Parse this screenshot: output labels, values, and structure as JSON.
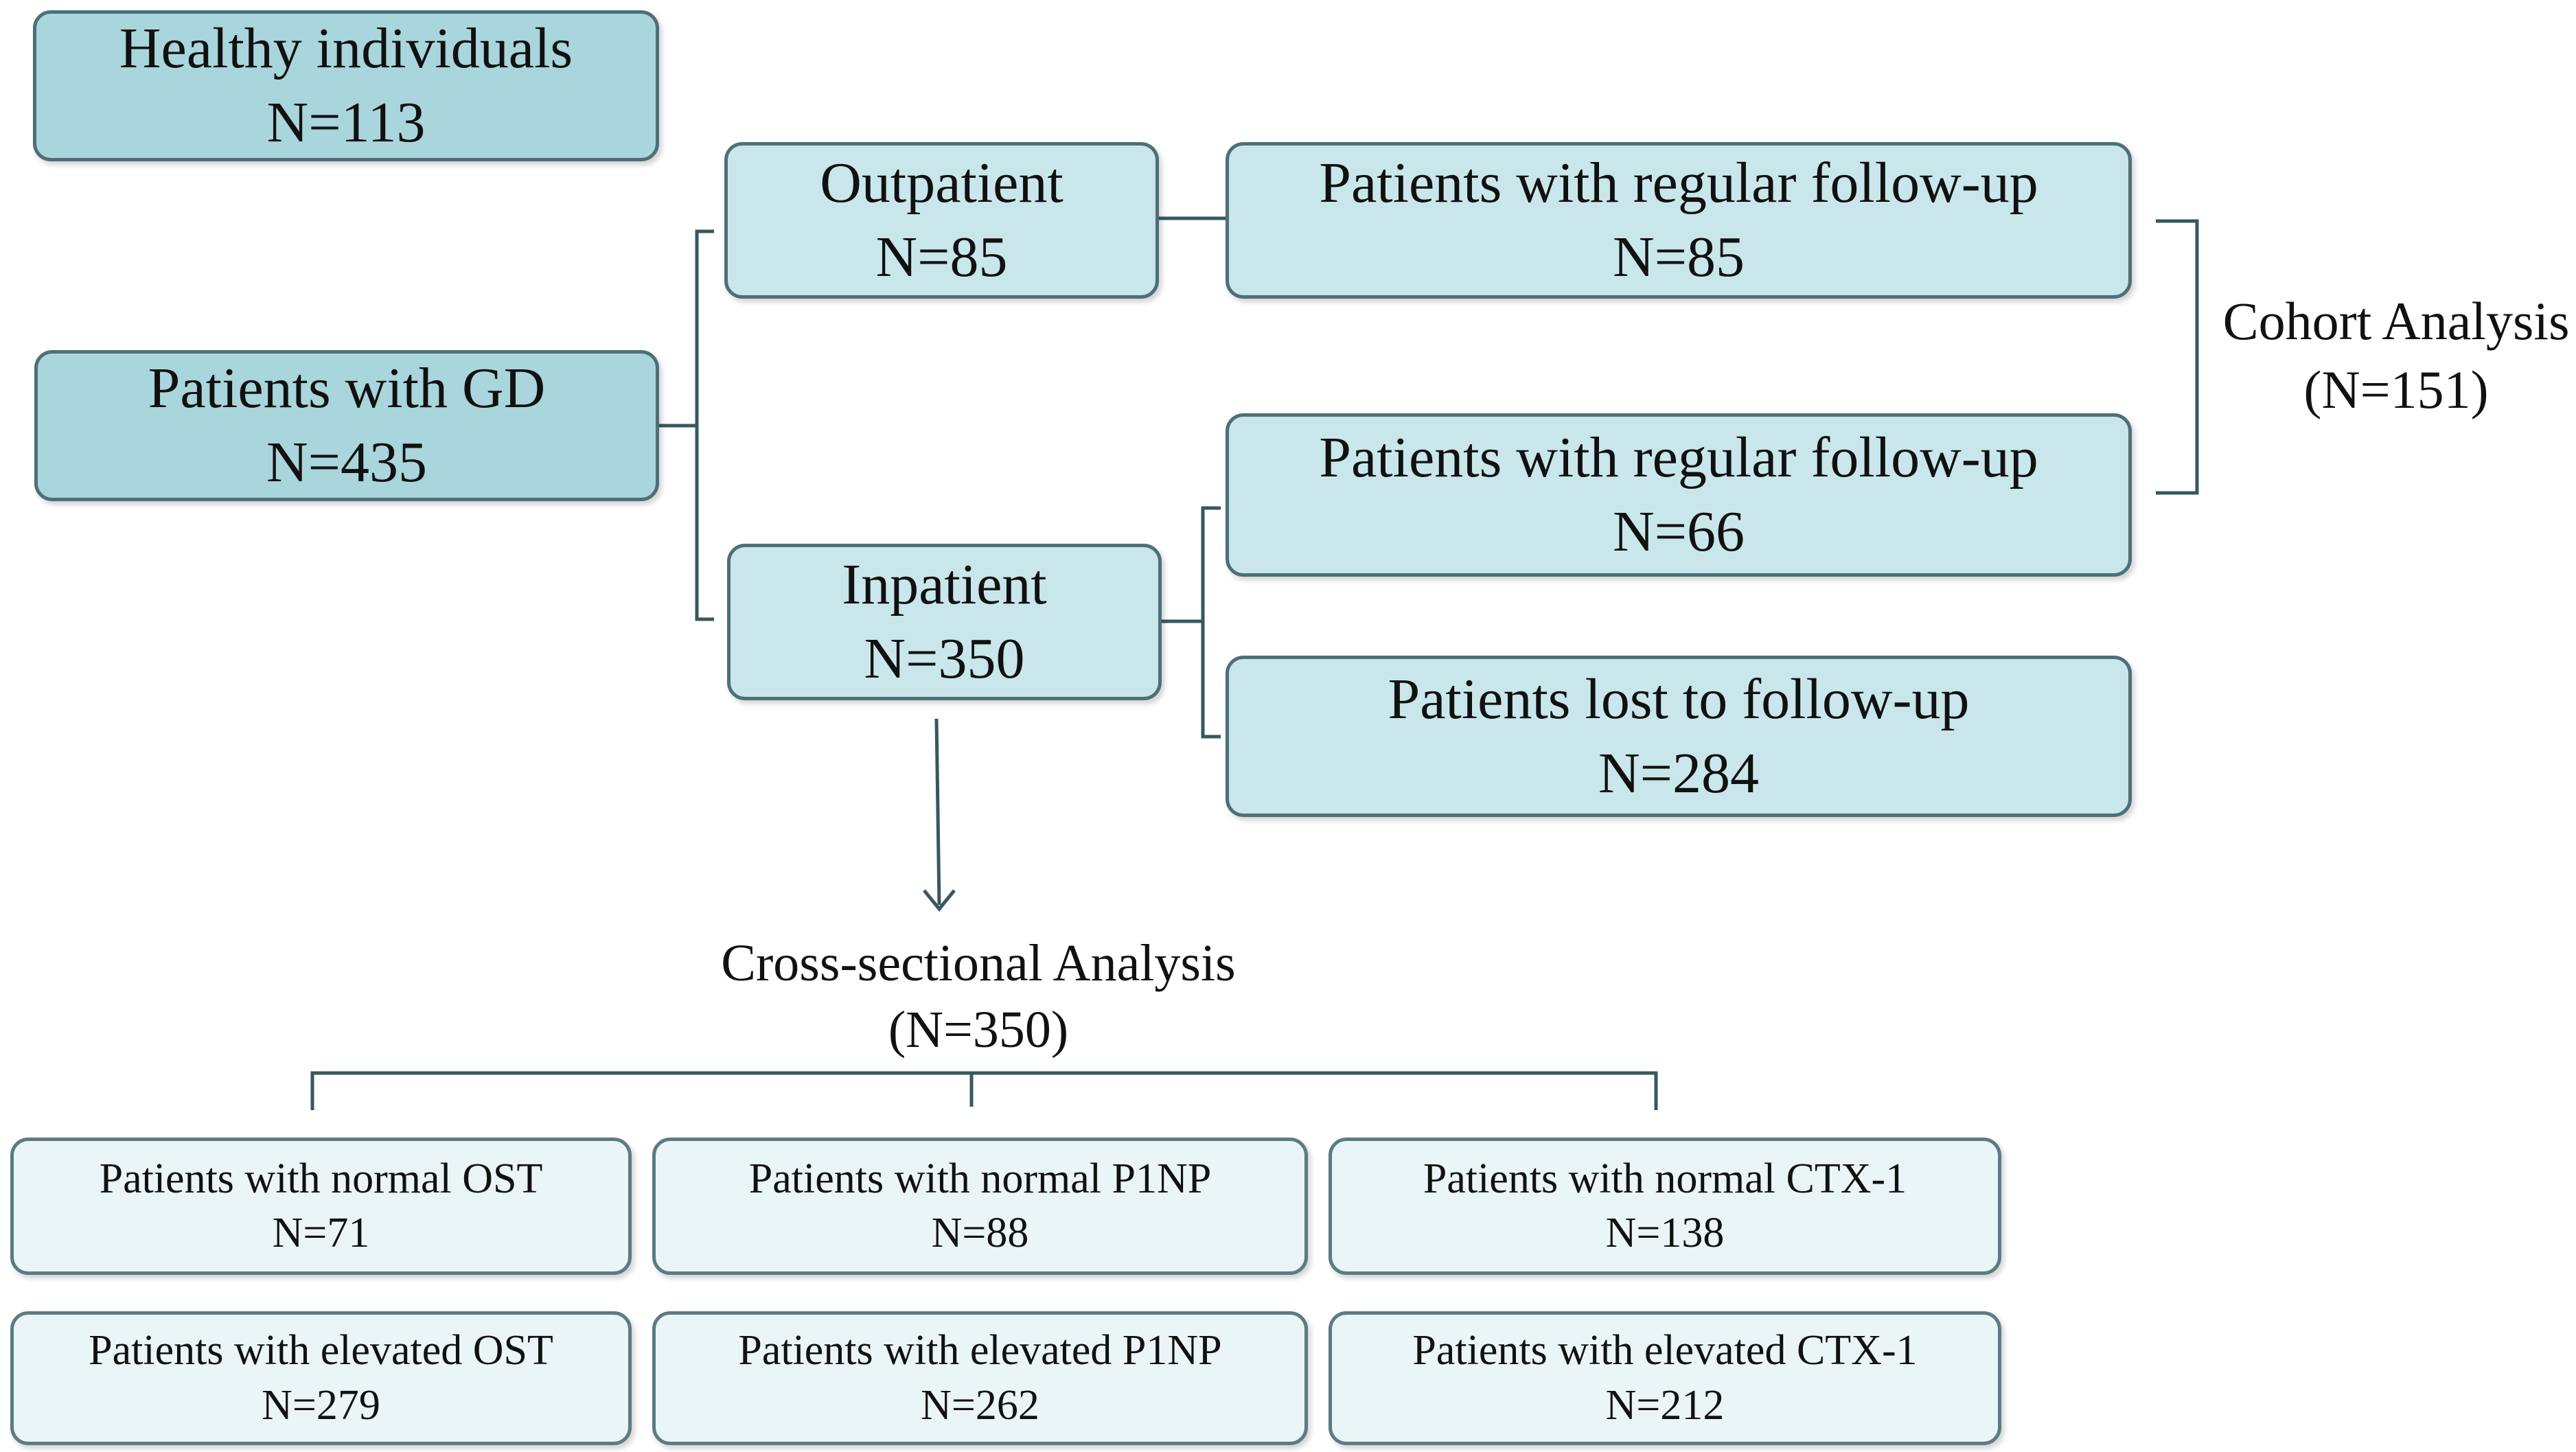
{
  "boxes": {
    "healthy": {
      "title": "Healthy individuals",
      "n": "N=113"
    },
    "gd": {
      "title": "Patients with GD",
      "n": "N=435"
    },
    "outpatient": {
      "title": "Outpatient",
      "n": "N=85"
    },
    "inpatient": {
      "title": "Inpatient",
      "n": "N=350"
    },
    "out_followup": {
      "title": "Patients with regular follow-up",
      "n": "N=85"
    },
    "in_followup": {
      "title": "Patients with regular follow-up",
      "n": "N=66"
    },
    "lost_followup": {
      "title": "Patients lost to follow-up",
      "n": "N=284"
    }
  },
  "cohort": {
    "title": "Cohort Analysis",
    "n": "(N=151)"
  },
  "cross_sectional": {
    "title": "Cross-sectional Analysis",
    "n": "(N=350)"
  },
  "markers": [
    {
      "normal_title": "Patients with normal OST",
      "normal_n": "N=71",
      "elevated_title": "Patients with elevated OST",
      "elevated_n": "N=279"
    },
    {
      "normal_title": "Patients with normal P1NP",
      "normal_n": "N=88",
      "elevated_title": "Patients with elevated P1NP",
      "elevated_n": "N=262"
    },
    {
      "normal_title": "Patients with normal CTX-1",
      "normal_n": "N=138",
      "elevated_title": "Patients with elevated CTX-1",
      "elevated_n": "N=212"
    }
  ],
  "colors": {
    "box_dark": "#a9d5dc",
    "box_mid": "#c9e7ea",
    "box_light": "#e9f5f6",
    "border": "#4d6f78",
    "connector": "#36585f"
  }
}
